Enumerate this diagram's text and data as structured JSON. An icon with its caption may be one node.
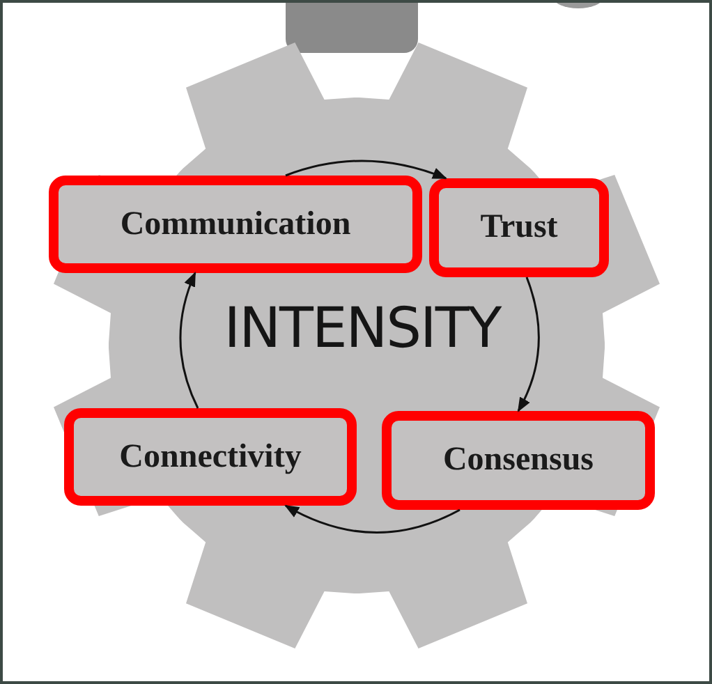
{
  "diagram": {
    "nodes": [
      {
        "text": [
          "Communication"
        ]
      },
      {
        "text": [
          "Trust"
        ]
      },
      {
        "text": [
          "Consensus"
        ]
      },
      {
        "text": [
          "Connectivity"
        ]
      }
    ],
    "edges": [
      {
        "from": 0,
        "to": 1,
        "arrow": "to"
      },
      {
        "from": 1,
        "to": 2,
        "arrow": "to"
      },
      {
        "from": 2,
        "to": 3,
        "arrow": "to"
      },
      {
        "from": 3,
        "to": 0,
        "arrow": "to"
      }
    ],
    "labels": [
      "INTENSITY"
    ]
  }
}
